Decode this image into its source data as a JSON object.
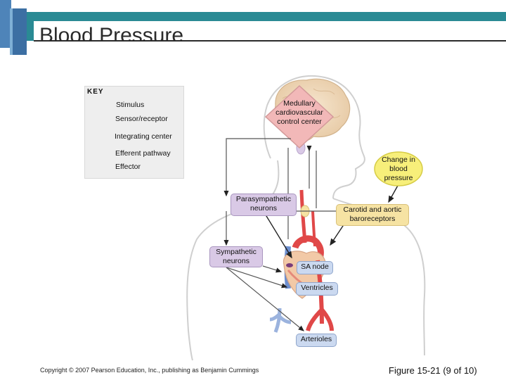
{
  "slide": {
    "title": "Blood Pressure",
    "copyright": "Copyright © 2007 Pearson Education, Inc., publishing as Benjamin Cummings",
    "figure_label": "Figure 15-21 (9 of 10)"
  },
  "key": {
    "title": "KEY",
    "items": [
      {
        "label": "Stimulus",
        "color": "#f7ef7a",
        "shape": "ellipse"
      },
      {
        "label": "Sensor/receptor",
        "color": "#f6e3a3",
        "shape": "rounded-rect"
      },
      {
        "label": "Integrating center",
        "color": "#f2b8b8",
        "shape": "diamond"
      },
      {
        "label": "Efferent pathway",
        "color": "#d9c9e6",
        "shape": "rounded-rect"
      },
      {
        "label": "Effector",
        "color": "#cbd9f0",
        "shape": "rounded-rect"
      }
    ]
  },
  "nodes": {
    "medullary": "Medullary cardiovascular control center",
    "change_bp": "Change in blood pressure",
    "parasympathetic": "Parasympathetic neurons",
    "baroreceptors": "Carotid and aortic baroreceptors",
    "sympathetic": "Sympathetic neurons",
    "sa_node": "SA node",
    "ventricles": "Ventricles",
    "arterioles": "Arterioles"
  },
  "colors": {
    "header": "#2a8a94",
    "stimulus": "#f7ef7a",
    "sensor": "#f6e3a3",
    "integrating": "#f2b8b8",
    "efferent": "#d9c9e6",
    "effector": "#cbd9f0"
  }
}
